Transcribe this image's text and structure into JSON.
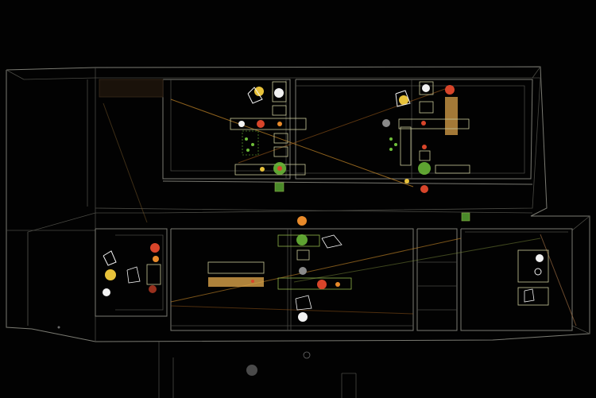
{
  "scene": {
    "background": "#020202",
    "wire_color": "#7a7a72",
    "beam_colors": [
      "#c98a2a",
      "#9a5a1a",
      "#7a8a3a"
    ],
    "fixture_colors": {
      "red": "#d8452a",
      "green": "#6fbf3a",
      "yellow": "#e8c23a",
      "orange": "#e88a2a",
      "white": "#f2f2f2",
      "warm": "#d9a24a"
    },
    "rooms": [
      {
        "id": "room-upper-left",
        "interactable": true
      },
      {
        "id": "room-upper-right",
        "interactable": true
      },
      {
        "id": "room-lower-left",
        "interactable": true
      },
      {
        "id": "room-lower-center",
        "interactable": true
      },
      {
        "id": "room-lower-right",
        "interactable": true
      }
    ]
  }
}
